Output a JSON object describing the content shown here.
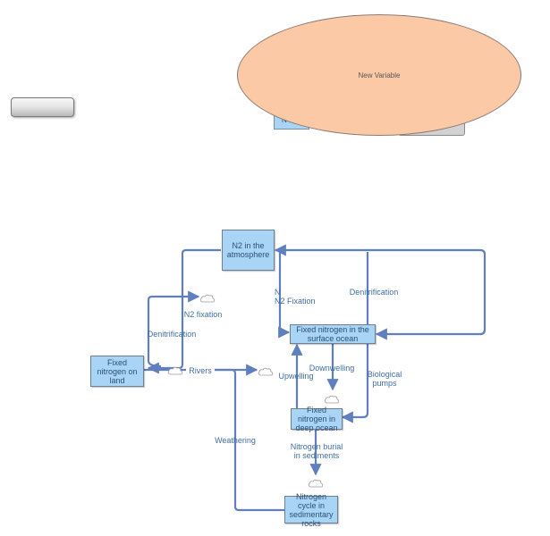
{
  "colors": {
    "stock_fill": "#a8d4f5",
    "stock_border": "#6f8094",
    "flow": "#5f7fbf",
    "label": "#3f6ea2",
    "oval_fill": "#fcc9a7"
  },
  "variable": {
    "label": "New Variable"
  },
  "hidden_stock": {
    "label": "N"
  },
  "stocks": {
    "atmosphere": "N2 in the atmosphere",
    "land": "Fixed nitrogen on land",
    "surface_ocean": "Fixed nitrogen in the surface ocean",
    "deep_ocean": "Fixed nitrogen in deep ocean",
    "sediments": "Nitrogen cycle in sedimentary rocks"
  },
  "flows": {
    "n2_fixation_land": "N2 fixation",
    "denitrification_land": "Denitrification",
    "n2_fixation_ocean": "N\nN2 Fixation",
    "denitrification_ocean": "Denitrification",
    "rivers": "Rivers",
    "upwelling": "Upwelling",
    "downwelling": "Downwelling",
    "biological_pumps": "Biological\npumps",
    "weathering": "Weathering",
    "nitrogen_burial": "Nitrogen burial\nin sediments"
  }
}
